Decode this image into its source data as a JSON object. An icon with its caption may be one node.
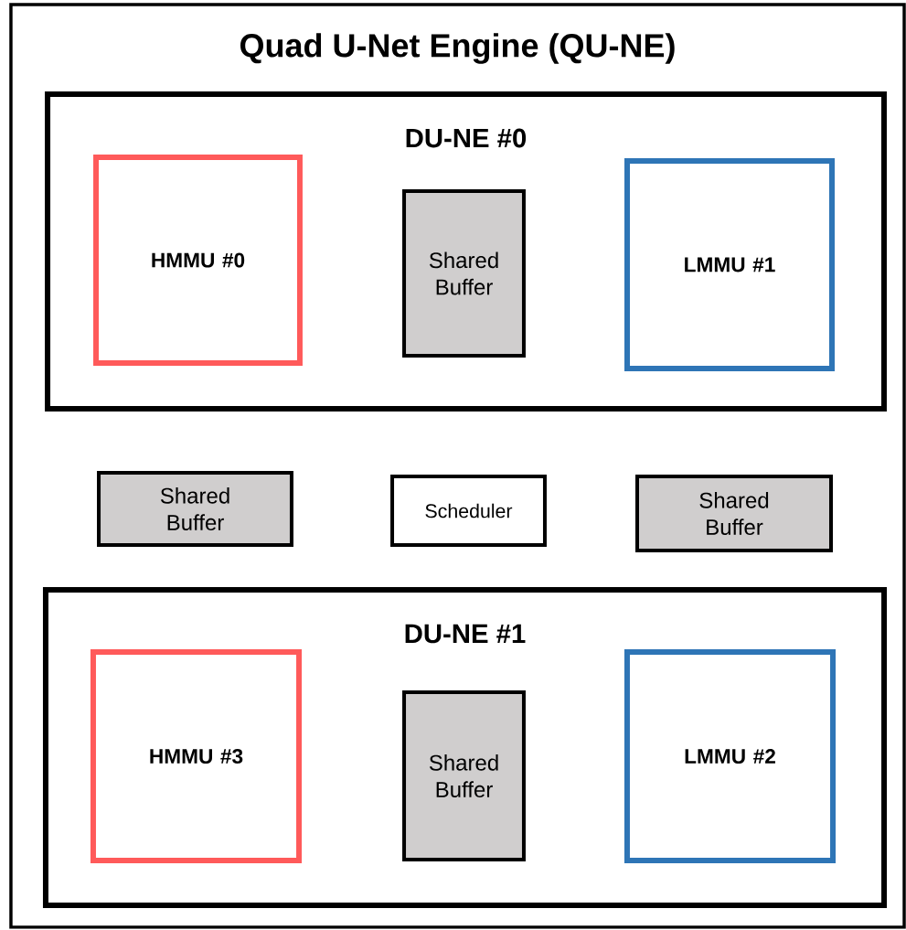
{
  "diagram": {
    "nodes": [
      {
        "text": [
          "Quad U-Net Engine (QU-NE)"
        ]
      },
      {
        "text": [
          "DU-NE #0"
        ],
        "in": 0
      },
      {
        "text": [
          "HMMU #0"
        ],
        "in": 1
      },
      {
        "text": [
          "Shared Buffer"
        ],
        "in": 1
      },
      {
        "text": [
          "LMMU #1"
        ],
        "in": 1
      },
      {
        "text": [
          "Shared Buffer"
        ],
        "in": 0
      },
      {
        "text": [
          "Scheduler"
        ],
        "in": 0
      },
      {
        "text": [
          "Shared Buffer"
        ],
        "in": 0
      },
      {
        "text": [
          "DU-NE #1"
        ],
        "in": 0
      },
      {
        "text": [
          "HMMU #3"
        ],
        "in": 8
      },
      {
        "text": [
          "Shared Buffer"
        ],
        "in": 8
      },
      {
        "text": [
          "LMMU #2"
        ],
        "in": 8
      }
    ]
  }
}
